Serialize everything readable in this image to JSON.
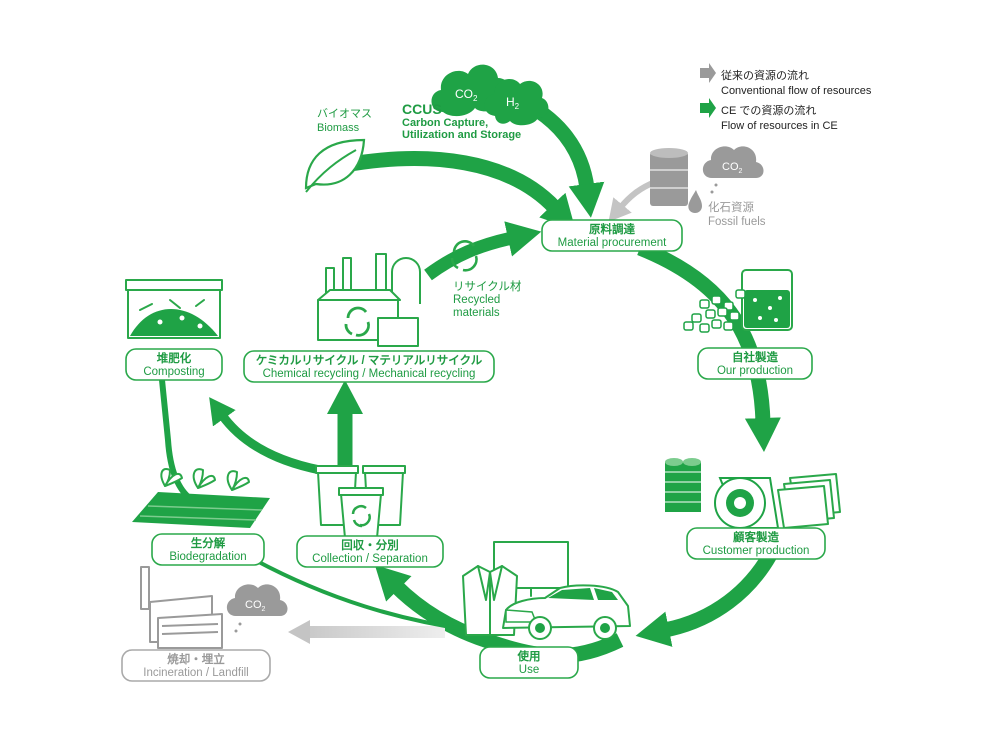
{
  "colors": {
    "green": "#1fa346",
    "gray": "#b4b4b4",
    "text_green": "#1f9b43",
    "text_gray": "#9a9a9a"
  },
  "legend": {
    "conventional_jp": "従来の資源の流れ",
    "conventional_en": "Conventional flow of resources",
    "ce_jp": "CE での資源の流れ",
    "ce_en": "Flow of resources in CE"
  },
  "nodes": {
    "procurement": {
      "jp": "原料調達",
      "en": "Material procurement"
    },
    "our_production": {
      "jp": "自社製造",
      "en": "Our production"
    },
    "customer_production": {
      "jp": "顧客製造",
      "en": "Customer production"
    },
    "use": {
      "jp": "使用",
      "en": "Use"
    },
    "collection": {
      "jp": "回収・分別",
      "en": "Collection / Separation"
    },
    "recycling": {
      "jp": "ケミカルリサイクル / マテリアルリサイクル",
      "en": "Chemical recycling / Mechanical recycling"
    },
    "composting": {
      "jp": "堆肥化",
      "en": "Composting"
    },
    "biodegradation": {
      "jp": "生分解",
      "en": "Biodegradation"
    },
    "incineration": {
      "jp": "焼却・埋立",
      "en": "Incineration / Landfill"
    }
  },
  "sources": {
    "biomass_jp": "バイオマス",
    "biomass_en": "Biomass",
    "ccus_title": "CCUS",
    "ccus_line1": "Carbon Capture,",
    "ccus_line2": "Utilization and Storage",
    "fossil_jp": "化石資源",
    "fossil_en": "Fossil fuels",
    "recycled_jp": "リサイクル材",
    "recycled_en1": "Recycled",
    "recycled_en2": "materials"
  },
  "icons": {
    "co2_main": "CO",
    "co2_sub": "2",
    "h2_main": "H",
    "h2_sub": "2"
  }
}
